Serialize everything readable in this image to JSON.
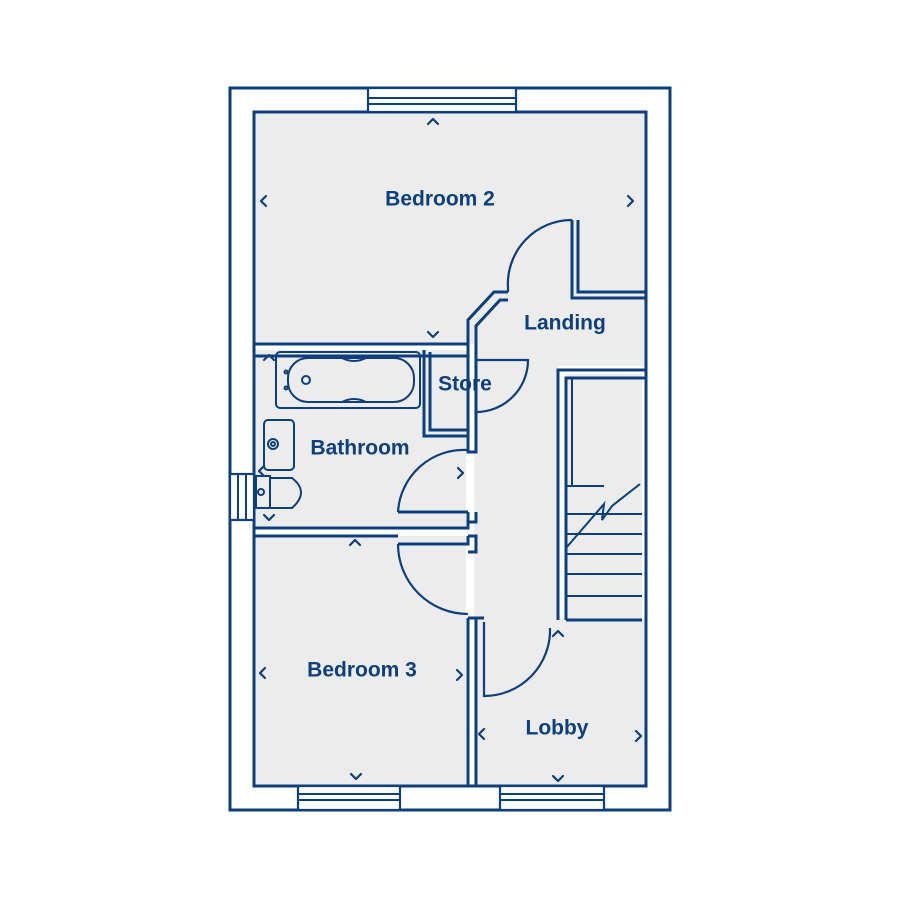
{
  "rooms": {
    "bedroom2": "Bedroom 2",
    "landing": "Landing",
    "store": "Store",
    "bathroom": "Bathroom",
    "bedroom3": "Bedroom 3",
    "lobby": "Lobby"
  },
  "colors": {
    "line": "#0c3f7c",
    "room_fill": "#ececec",
    "background": "#ffffff"
  }
}
